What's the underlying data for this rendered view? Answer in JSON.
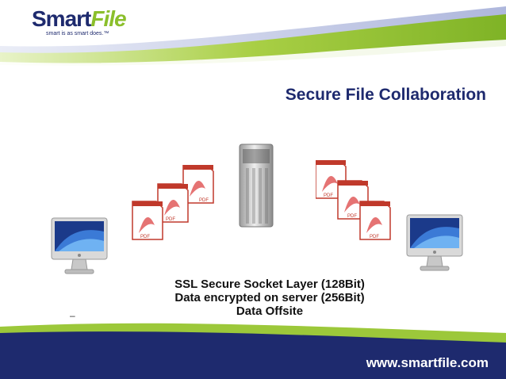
{
  "logo": {
    "smart": "Smart",
    "file": "File",
    "tagline": "smart is as smart does.™"
  },
  "slide": {
    "title": "Secure File Collaboration",
    "bullets": [
      "SSL Secure Socket Layer (128Bit)",
      "Data encrypted on server (256Bit)",
      "Data Offsite"
    ],
    "dash": "–"
  },
  "footer": {
    "url": "www.smartfile.com"
  },
  "pdf_label": "PDF",
  "colors": {
    "navy": "#1e2a6e",
    "green": "#8bbf2b",
    "pdf_red": "#c0392b"
  },
  "icons": [
    "imac-icon",
    "pdf-file-icon",
    "server-tower-icon"
  ]
}
